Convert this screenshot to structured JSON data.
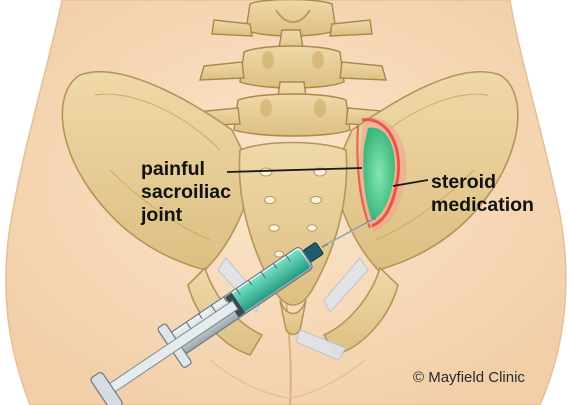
{
  "labels": {
    "joint_line1": "painful",
    "joint_line2": "sacroiliac",
    "joint_line3": "joint",
    "medication_line1": "steroid",
    "medication_line2": "medication"
  },
  "credit": "© Mayfield Clinic",
  "colors": {
    "skin": "#f7dcbd",
    "bone": "#e8cf98",
    "bone_shadow": "#c9a862",
    "steroid": "#3ec78e",
    "inflammation": "#e7443a",
    "syringe_fluid": "#35b89a"
  }
}
